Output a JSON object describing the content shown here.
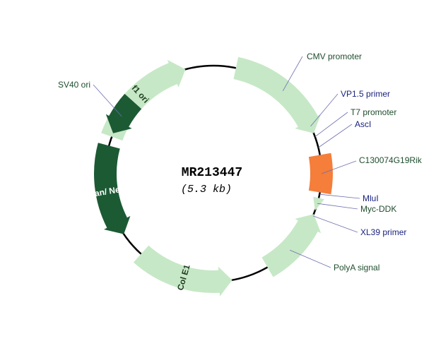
{
  "plasmid": {
    "name": "MR213447",
    "size_label": "(5.3 kb)"
  },
  "colors": {
    "backbone": "#000000",
    "light_feature": "#c6e8c6",
    "dark_feature": "#1c5a34",
    "insert": "#f47e3a",
    "leader_line": "#6f6fb0",
    "label_dark_green": "#1f4d2e",
    "label_navy": "#1a237e"
  },
  "arc_features": [
    {
      "id": "f1-ori",
      "label": "f1 ori",
      "style": "light",
      "direction": "cw",
      "start_deg": 290,
      "end_deg": 345
    },
    {
      "id": "cmv-promoter",
      "label": "",
      "style": "light",
      "direction": "cw",
      "start_deg": 12,
      "end_deg": 68
    },
    {
      "id": "c130074g19rik",
      "label": "",
      "style": "insert",
      "direction": "none",
      "start_deg": 80,
      "end_deg": 100
    },
    {
      "id": "polya-signal",
      "label": "",
      "style": "light",
      "direction": "ccw",
      "start_deg": 150,
      "end_deg": 112
    },
    {
      "id": "col-e1",
      "label": "Col E1",
      "style": "light",
      "direction": "ccw",
      "start_deg": 222,
      "end_deg": 170
    },
    {
      "id": "kan-neo",
      "label": "Kan/ Neo",
      "style": "dark",
      "direction": "ccw",
      "start_deg": 285,
      "end_deg": 236
    },
    {
      "id": "sv40-ori",
      "label": "",
      "style": "dark",
      "direction": "ccw",
      "start_deg": 312,
      "end_deg": 292
    }
  ],
  "small_markers": [
    {
      "id": "myc-ddk",
      "start_deg": 103,
      "end_deg": 110
    }
  ],
  "callouts": [
    {
      "id": "cmv-promoter-label",
      "text": "CMV promoter",
      "color": "green",
      "anchor_deg": 40
    },
    {
      "id": "vp15-primer-label",
      "text": "VP1.5 primer",
      "color": "navy",
      "anchor_deg": 64
    },
    {
      "id": "t7-promoter-label",
      "text": "T7 promoter",
      "color": "green",
      "anchor_deg": 70
    },
    {
      "id": "ascl-label",
      "text": "AscI",
      "color": "navy",
      "anchor_deg": 76
    },
    {
      "id": "c130074g19rik-label",
      "text": "C130074G19Rik",
      "color": "green",
      "anchor_deg": 90
    },
    {
      "id": "mlul-label",
      "text": "MluI",
      "color": "navy",
      "anchor_deg": 101
    },
    {
      "id": "myc-ddk-label",
      "text": "Myc-DDK",
      "color": "green",
      "anchor_deg": 106
    },
    {
      "id": "xl39-primer-label",
      "text": "XL39 primer",
      "color": "navy",
      "anchor_deg": 113
    },
    {
      "id": "polya-signal-label",
      "text": "PolyA signal",
      "color": "green",
      "anchor_deg": 135
    },
    {
      "id": "sv40-ori-label",
      "text": "SV40 ori",
      "color": "green",
      "anchor_deg": 302
    }
  ]
}
